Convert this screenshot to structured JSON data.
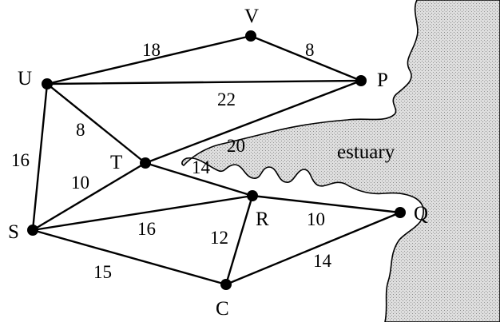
{
  "diagram": {
    "nodes": [
      {
        "id": "U",
        "label": "U"
      },
      {
        "id": "V",
        "label": "V"
      },
      {
        "id": "P",
        "label": "P"
      },
      {
        "id": "T",
        "label": "T"
      },
      {
        "id": "S",
        "label": "S"
      },
      {
        "id": "R",
        "label": "R"
      },
      {
        "id": "Q",
        "label": "Q"
      },
      {
        "id": "C",
        "label": "C"
      }
    ],
    "edges": [
      {
        "from": "U",
        "to": "V",
        "weight": "18"
      },
      {
        "from": "V",
        "to": "P",
        "weight": "8"
      },
      {
        "from": "U",
        "to": "P",
        "weight": "22"
      },
      {
        "from": "U",
        "to": "T",
        "weight": "8"
      },
      {
        "from": "T",
        "to": "P",
        "weight": "20"
      },
      {
        "from": "U",
        "to": "S",
        "weight": "16"
      },
      {
        "from": "S",
        "to": "T",
        "weight": "10"
      },
      {
        "from": "T",
        "to": "R",
        "weight": "14"
      },
      {
        "from": "S",
        "to": "R",
        "weight": "16"
      },
      {
        "from": "R",
        "to": "Q",
        "weight": "10"
      },
      {
        "from": "S",
        "to": "C",
        "weight": "15"
      },
      {
        "from": "R",
        "to": "C",
        "weight": "12"
      },
      {
        "from": "C",
        "to": "Q",
        "weight": "14"
      }
    ],
    "estuary_label": "estuary",
    "colors": {
      "line": "#000000",
      "water": "#cfcfcf",
      "background": "#ffffff"
    }
  }
}
